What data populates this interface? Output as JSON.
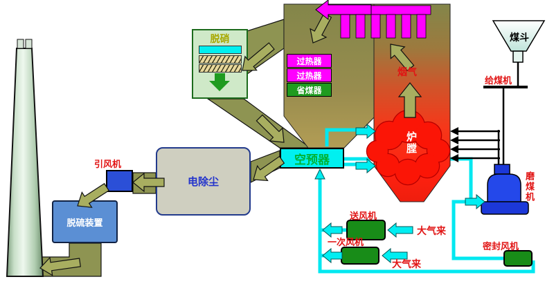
{
  "labels": {
    "denox": "脱硝",
    "superheater": "过热器",
    "economizer": "省煤器",
    "air_preheater": "空预器",
    "esp": "电除尘",
    "id_fan": "引风机",
    "fgd": "脱硫装置",
    "flue_gas": "烟气",
    "furnace": "炉膛",
    "coal_hopper": "煤斗",
    "coal_feeder": "给煤机",
    "coal_mill": "磨煤机",
    "fd_fan": "送风机",
    "pa_fan": "一次风机",
    "seal_fan": "密封风机",
    "air_inlet": "大气来"
  },
  "colors": {
    "flue_duct_olive": "#8e9452",
    "flue_arrow_olive": "#a8ae60",
    "air_cyan": "#00e8f0",
    "superheater_magenta": "#ff00ff",
    "furnace_red": "#fb1506",
    "label_red": "#e11414",
    "fan_green": "#188c18",
    "id_fan_blue": "#2b4fd7",
    "fgd_blue": "#5b8fd4",
    "esp_gray": "#cfcfc0",
    "denox_bg": "#cfe9c8",
    "aph_cyan": "#00f0f0",
    "economizer_green": "#1f9b1f",
    "mill_blue": "#2448ea"
  }
}
